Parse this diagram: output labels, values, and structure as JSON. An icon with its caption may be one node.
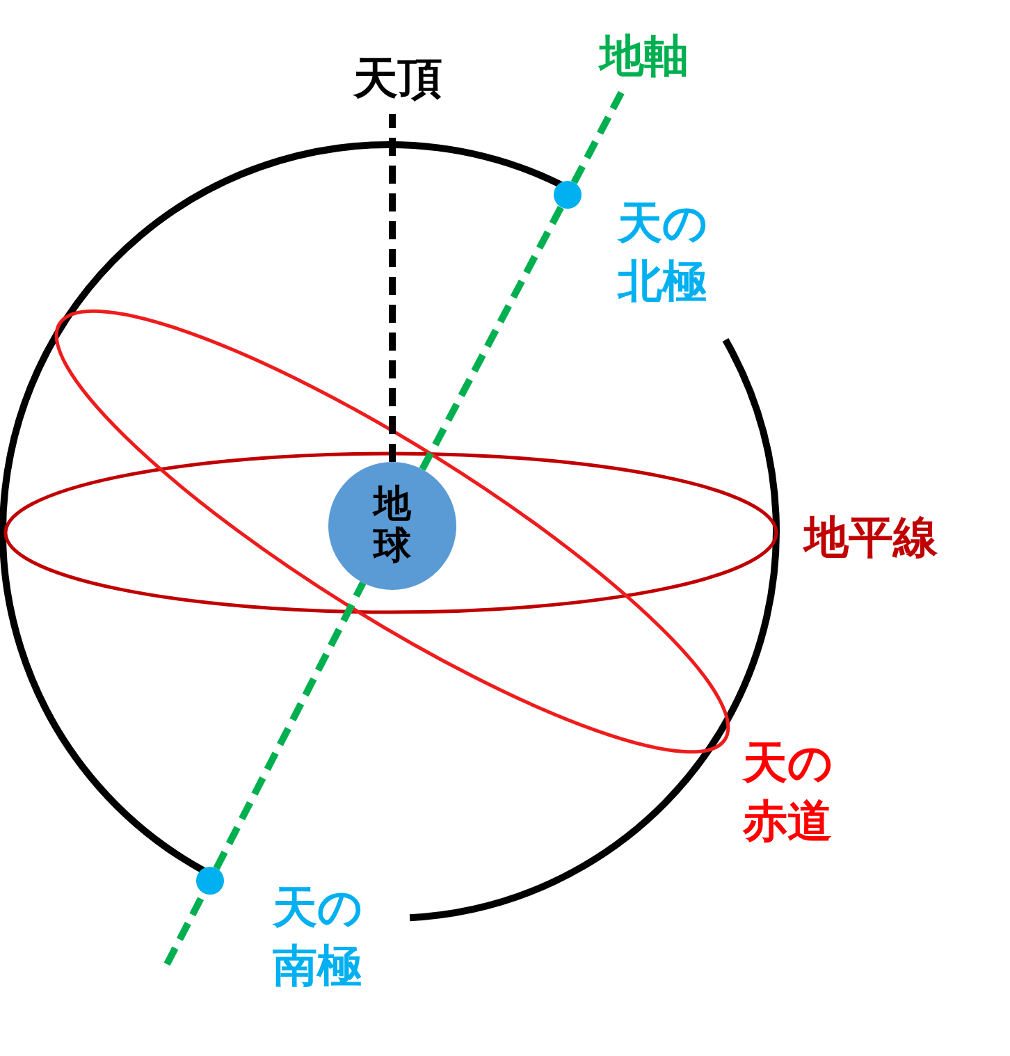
{
  "diagram": {
    "nodes": [
      {
        "text": [
          "天頂"
        ]
      },
      {
        "text": [
          "地軸"
        ]
      },
      {
        "text": [
          "地球"
        ]
      },
      {
        "text": [],
        "shape": "circle",
        "beside": [
          "天の北極"
        ]
      },
      {
        "text": [],
        "shape": "circle",
        "beside": [
          "天の南極"
        ]
      }
    ],
    "edges": [
      {
        "from": 2,
        "to": 0,
        "arrow": "none",
        "style": "dashed",
        "color": "#000000"
      },
      {
        "from": 2,
        "to": 3,
        "arrow": "none",
        "style": "dashed"
      },
      {
        "from": 3,
        "to": 1,
        "arrow": "none",
        "style": "dashed"
      },
      {
        "from": 4,
        "to": 2,
        "arrow": "none",
        "style": "dashed"
      },
      {
        "from": null,
        "to": 4,
        "arrow": "none",
        "style": "dashed"
      }
    ],
    "labels": [
      "地平線",
      "天の赤道"
    ]
  }
}
